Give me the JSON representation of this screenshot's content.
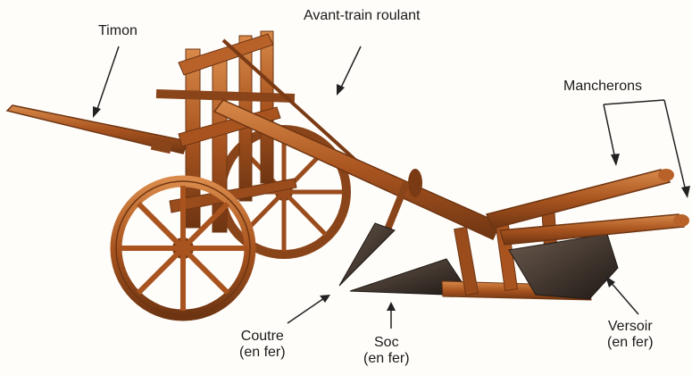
{
  "labels": {
    "timon": "Timon",
    "avant_train": "Avant-train roulant",
    "mancherons": "Mancherons",
    "coutre": [
      "Coutre",
      "(en fer)"
    ],
    "soc": [
      "Soc",
      "(en fer)"
    ],
    "versoir": [
      "Versoir",
      "(en fer)"
    ]
  },
  "colors": {
    "wood_dark": "#6e3512",
    "wood": "#a9541f",
    "wood_light": "#cf7a3c",
    "iron": "#2b2420",
    "iron_light": "#5a4a40",
    "arrow": "#222222"
  }
}
